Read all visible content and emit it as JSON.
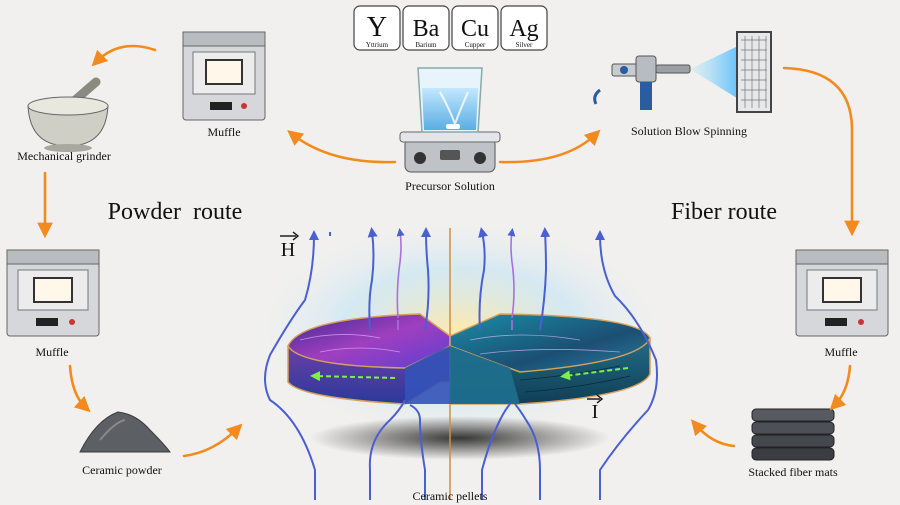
{
  "elements": [
    {
      "symbol": "Y",
      "name": "Yttrium"
    },
    {
      "symbol": "Ba",
      "name": "Barium"
    },
    {
      "symbol": "Cu",
      "name": "Cupper"
    },
    {
      "symbol": "Ag",
      "name": "Silver"
    }
  ],
  "labels": {
    "precursor": "Precursor Solution",
    "muffle_top": "Muffle",
    "grinder": "Mechanical grinder",
    "muffle_left": "Muffle",
    "powder": "Ceramic powder",
    "spinning": "Solution Blow Spinning",
    "muffle_right": "Muffle",
    "mats": "Stacked fiber mats",
    "pellets": "Ceramic pellets"
  },
  "routes": {
    "powder": "Powder  route",
    "fiber": "Fiber route"
  },
  "symbols": {
    "field": "H",
    "current": "I"
  },
  "colors": {
    "arrow": "#f28a1e",
    "field_line": "#4a5fd0",
    "pellet_left": "#5a2a8a",
    "pellet_right": "#1f6f8f",
    "divider": "#d98a3a",
    "current_arrow": "#7ef04a"
  },
  "icons": [
    "mortar-pestle-icon",
    "muffle-furnace-icon",
    "beaker-hotplate-icon",
    "spray-gun-icon",
    "mesh-collector-icon",
    "powder-pile-icon",
    "fiber-mat-stack-icon"
  ]
}
